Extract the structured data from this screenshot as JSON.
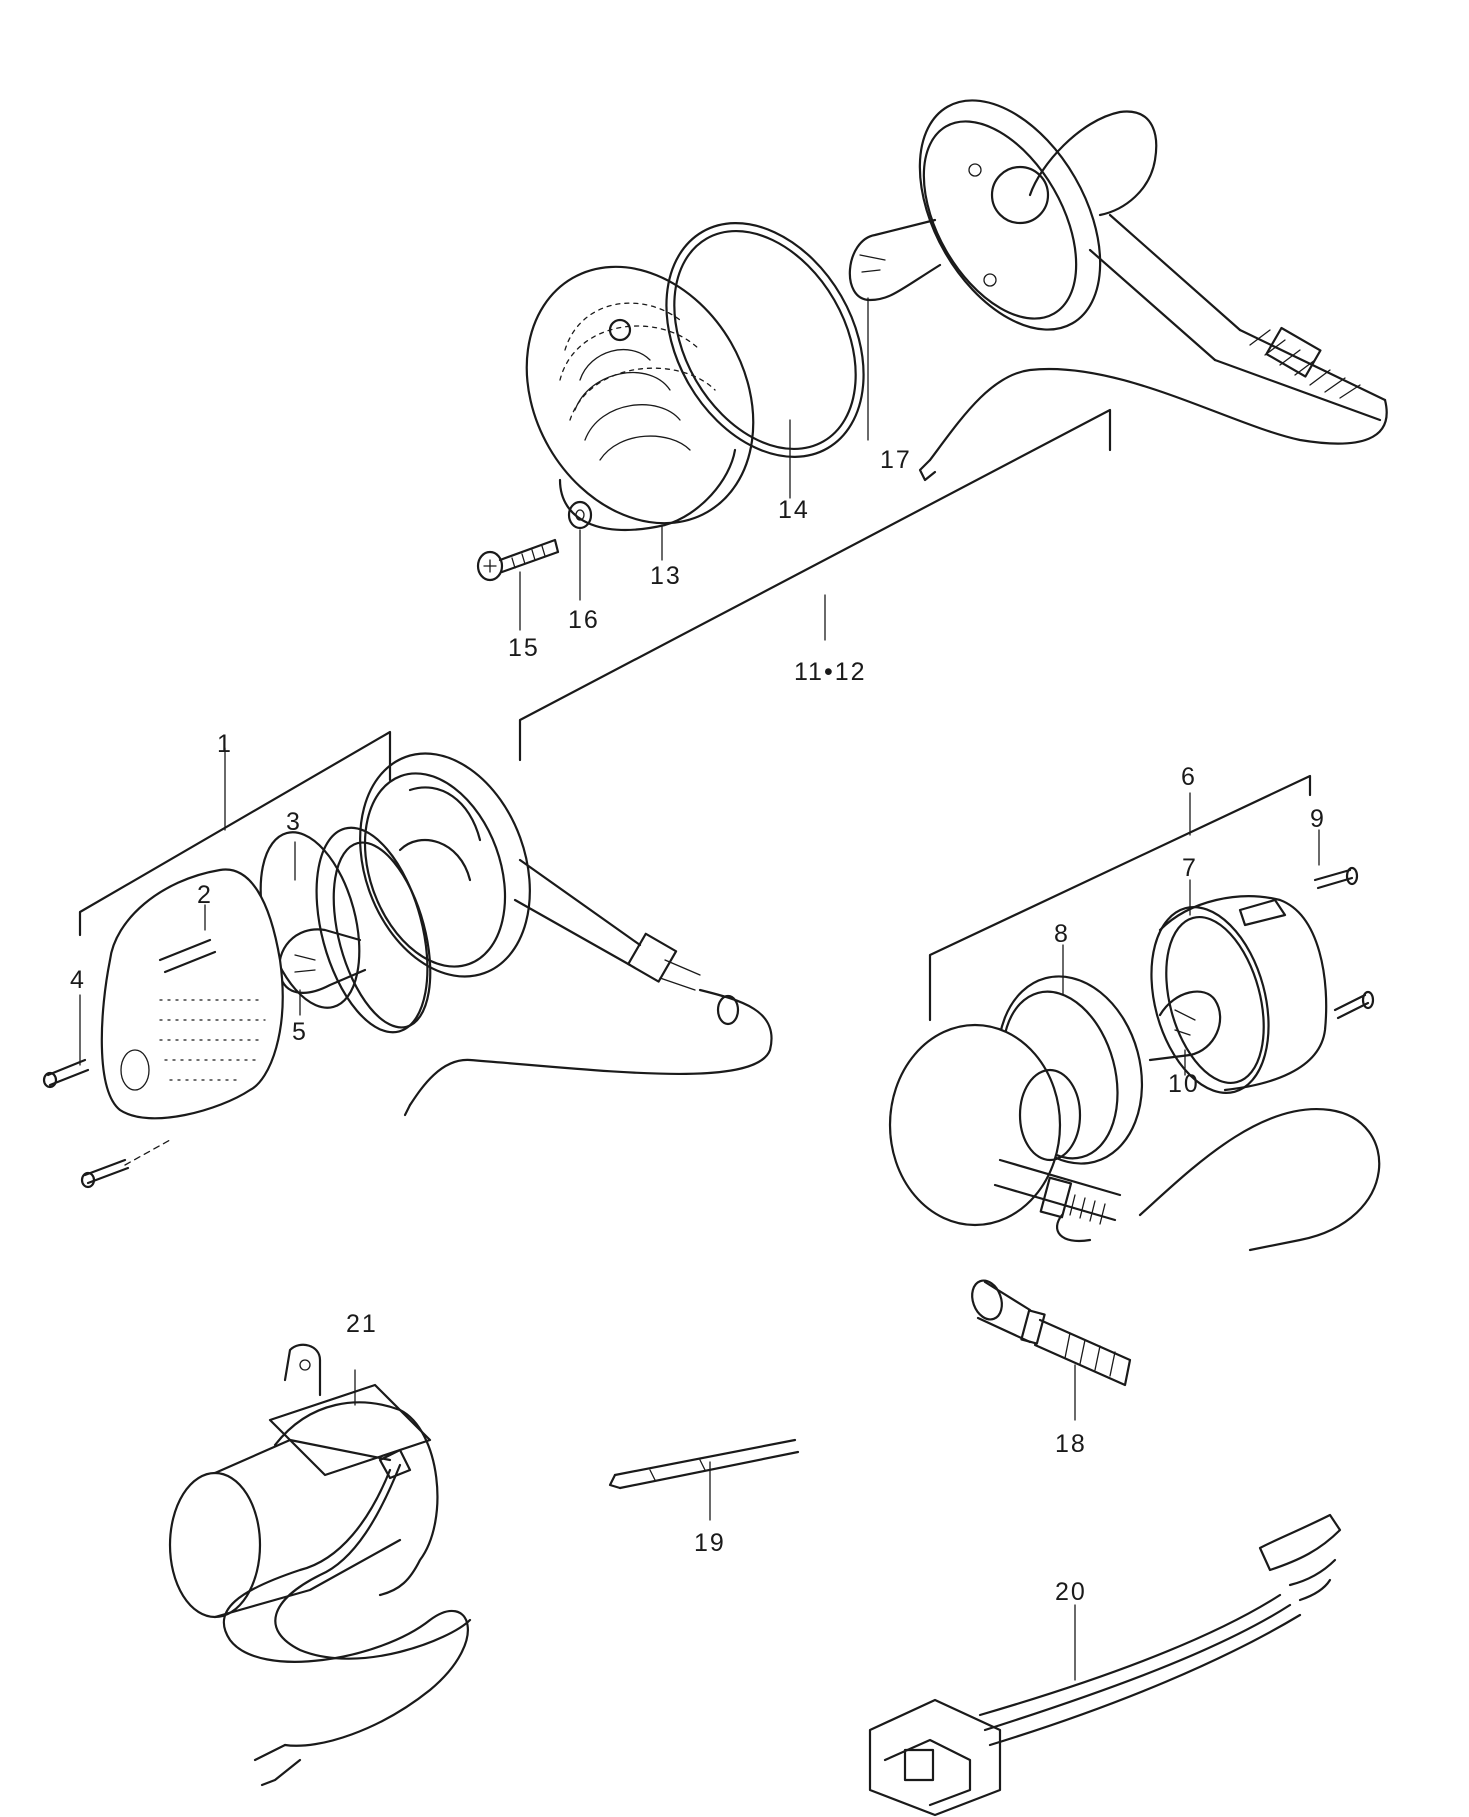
{
  "callouts": {
    "c1": "1",
    "c2": "2",
    "c3": "3",
    "c4": "4",
    "c5": "5",
    "c6": "6",
    "c7": "7",
    "c8": "8",
    "c9": "9",
    "c10": "10",
    "c11_12": "11•12",
    "c13": "13",
    "c14": "14",
    "c15": "15",
    "c16": "16",
    "c17": "17",
    "c18": "18",
    "c19": "19",
    "c20": "20",
    "c21": "21"
  }
}
